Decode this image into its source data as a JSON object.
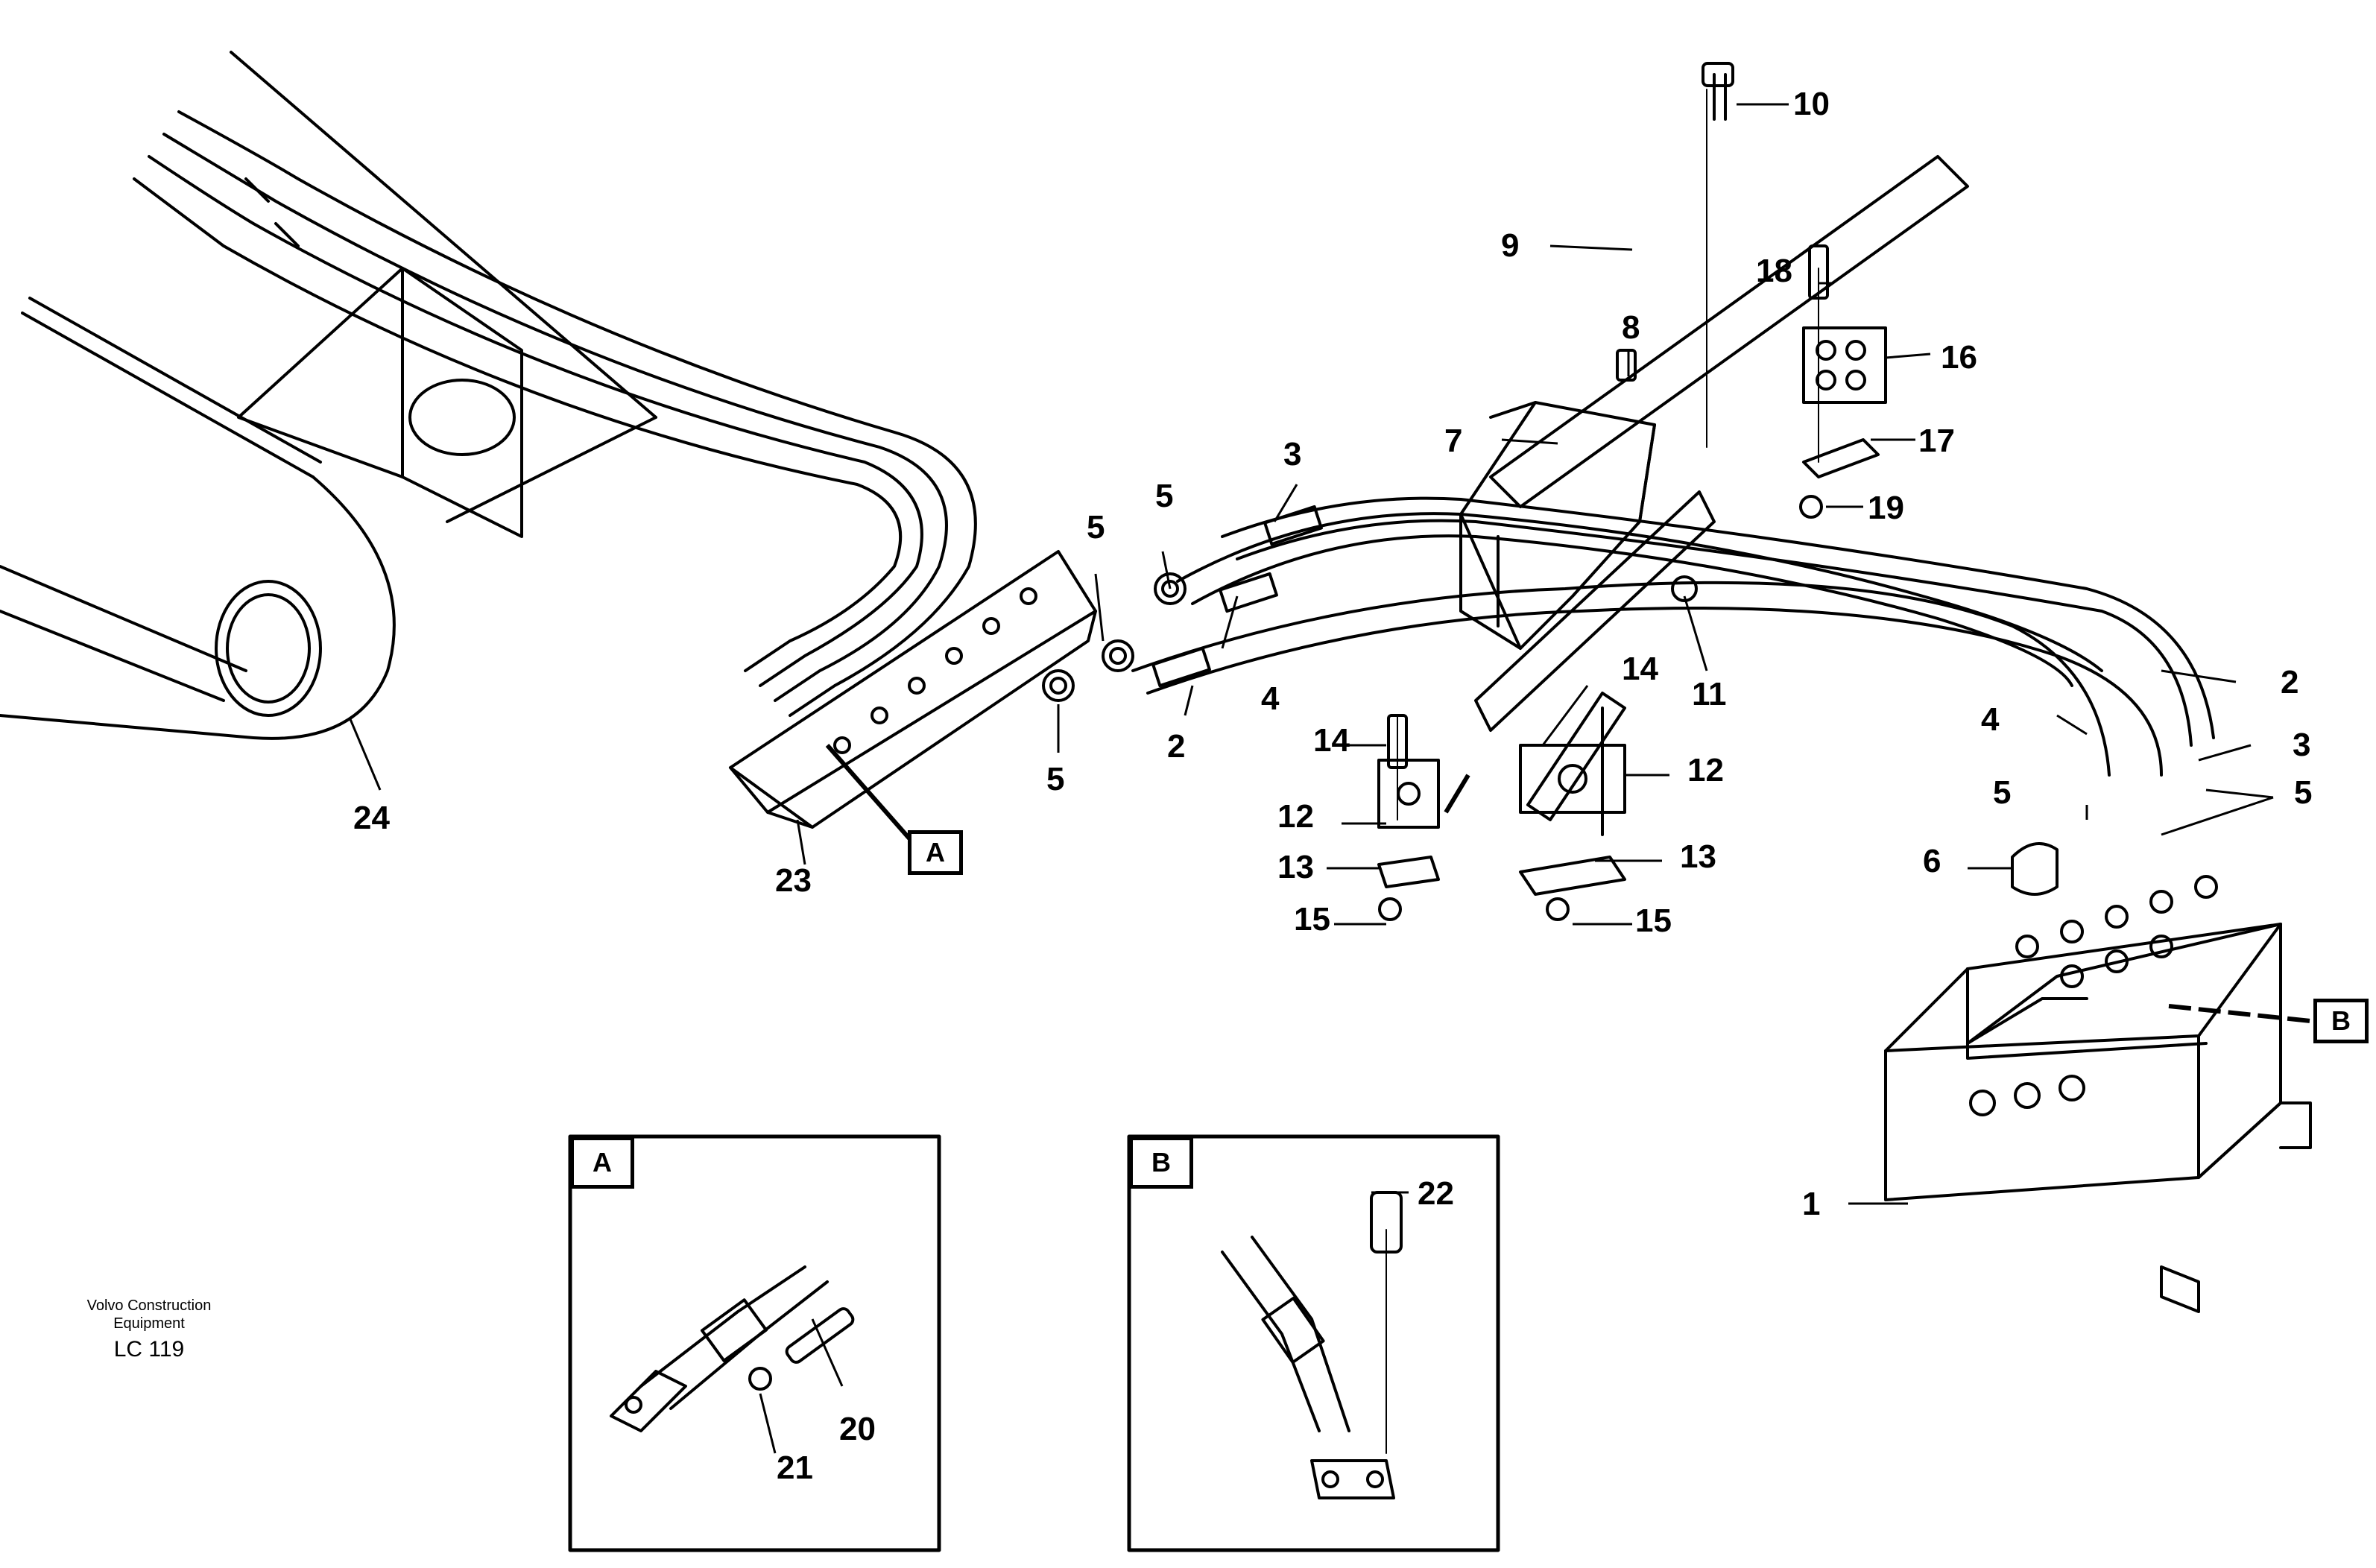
{
  "callouts": {
    "c1": "1",
    "c2a": "2",
    "c2b": "2",
    "c3a": "3",
    "c3b": "3",
    "c4a": "4",
    "c4b": "4",
    "c5a": "5",
    "c5b": "5",
    "c5c": "5",
    "c5d": "5",
    "c5e": "5",
    "c6": "6",
    "c7": "7",
    "c8": "8",
    "c9": "9",
    "c10": "10",
    "c11": "11",
    "c12a": "12",
    "c12b": "12",
    "c13a": "13",
    "c13b": "13",
    "c14a": "14",
    "c14b": "14",
    "c15a": "15",
    "c15b": "15",
    "c16": "16",
    "c17": "17",
    "c18": "18",
    "c19": "19",
    "c20": "20",
    "c21": "21",
    "c22": "22",
    "c23": "23",
    "c24": "24"
  },
  "detail_refs": {
    "a_marker": "A",
    "b_marker": "B",
    "a_box": "A",
    "b_box": "B"
  },
  "caption": {
    "line1": "Volvo Construction",
    "line2": "Equipment",
    "code": "LC 119"
  }
}
